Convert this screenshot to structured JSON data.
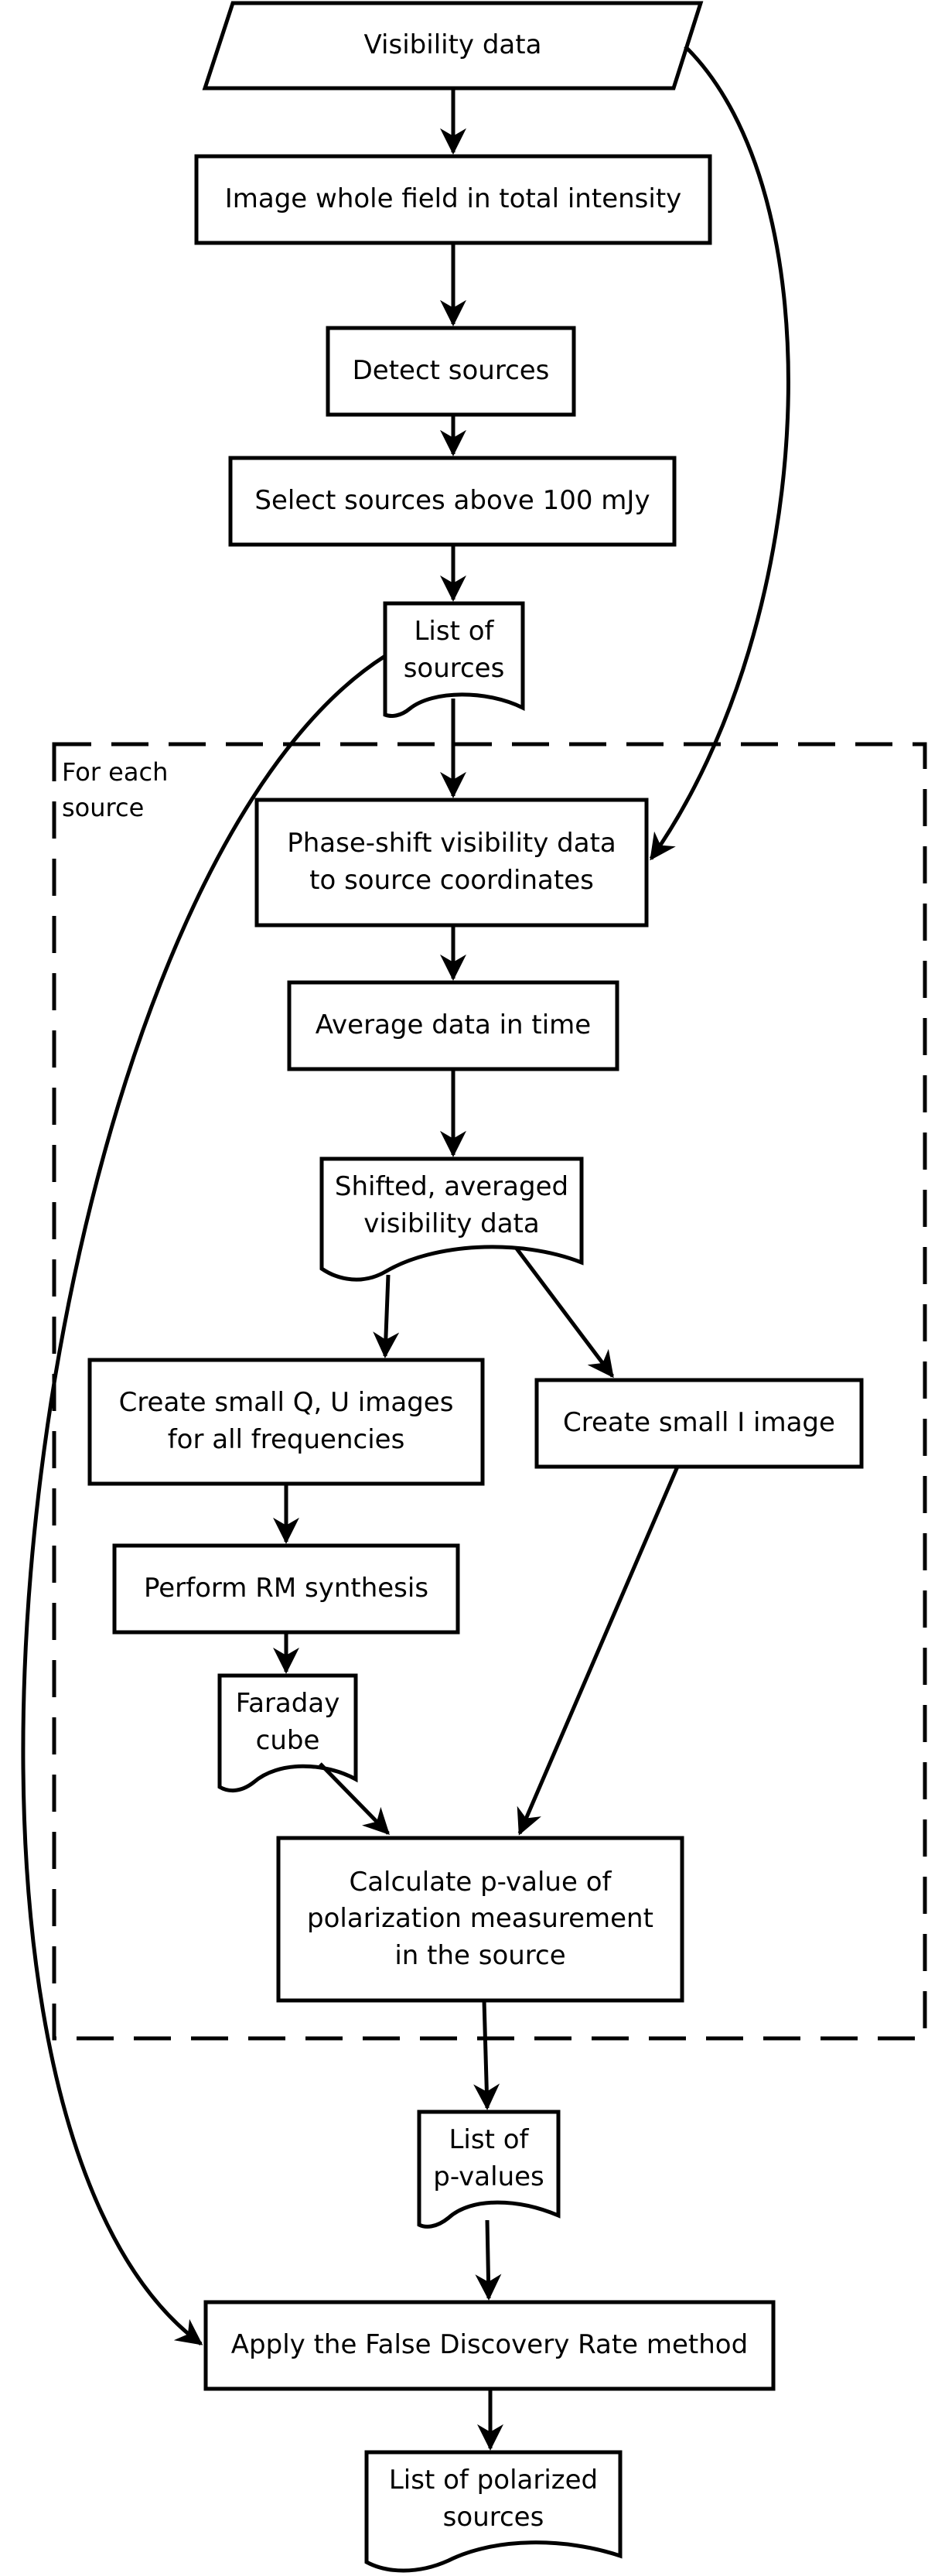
{
  "diagram": {
    "loop_label": "For each\nsource",
    "nodes": {
      "visibility_data": "Visibility data",
      "image_field": "Image whole field in total intensity",
      "detect_sources": "Detect sources",
      "select_sources": "Select sources above 100 mJy",
      "list_sources": "List of\nsources",
      "phase_shift": "Phase-shift visibility data\nto source coordinates",
      "average_time": "Average data in time",
      "shifted_data": "Shifted, averaged\nvisibility data",
      "create_qu": "Create small Q, U images\nfor all frequencies",
      "create_i": "Create small I image",
      "rm_synthesis": "Perform RM synthesis",
      "faraday_cube": "Faraday\ncube",
      "calc_pvalue": "Calculate p-value of\npolarization measurement\nin the source",
      "list_pvalues": "List of\np-values",
      "apply_fdr": "Apply the False Discovery Rate method",
      "list_polarized": "List of polarized\nsources"
    }
  }
}
